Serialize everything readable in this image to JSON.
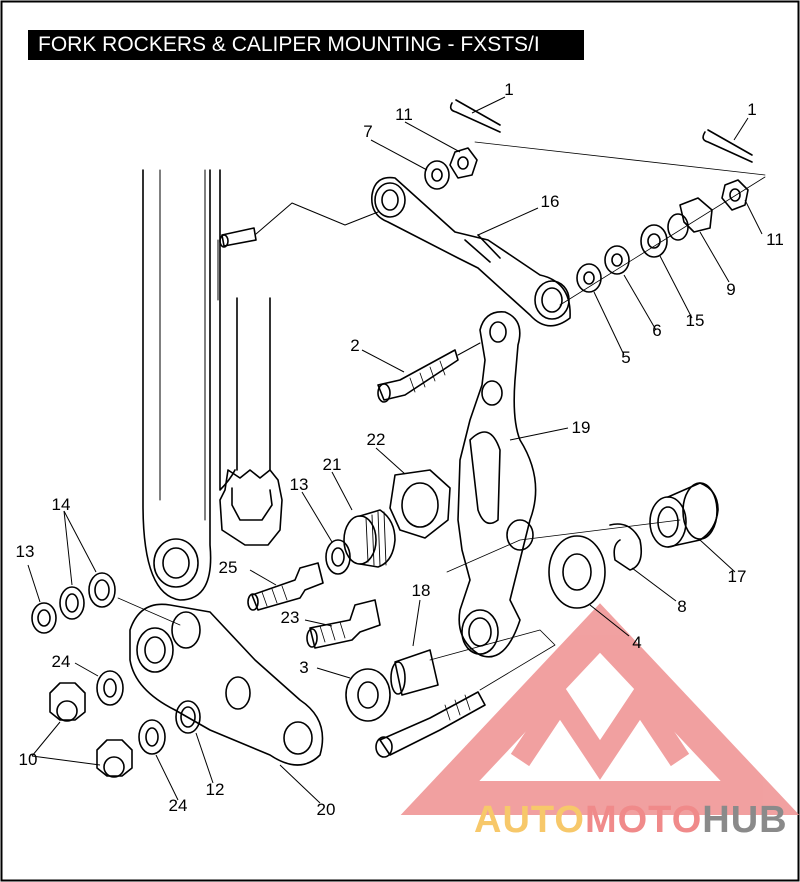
{
  "title": "FORK ROCKERS & CALIPER MOUNTING - FXSTS/I",
  "callouts": [
    "1",
    "1",
    "11",
    "7",
    "16",
    "11",
    "9",
    "15",
    "6",
    "5",
    "2",
    "19",
    "22",
    "21",
    "13",
    "14",
    "13",
    "25",
    "23",
    "18",
    "17",
    "8",
    "3",
    "4",
    "24",
    "10",
    "24",
    "12",
    "20"
  ],
  "watermark": {
    "brand_part1": "AUTO",
    "brand_part2": "MOTO",
    "brand_part3": "HUB",
    "color_orange": "#f7c86a",
    "color_red": "#f08a8a",
    "color_gray": "#8a8a8a"
  }
}
